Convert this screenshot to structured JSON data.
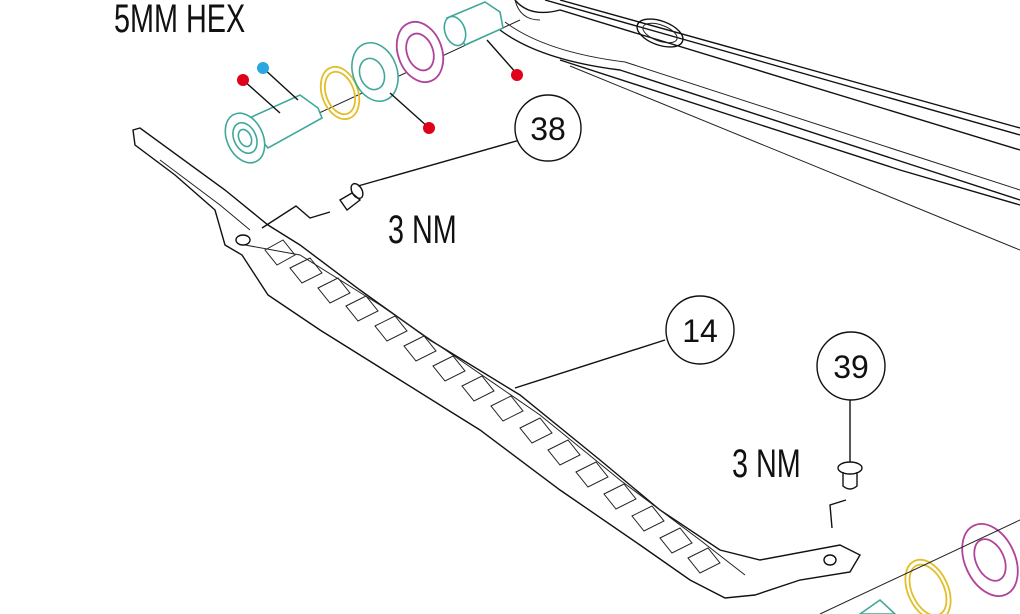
{
  "labels": {
    "tool": "5MM HEX",
    "torque_38": "3 NM",
    "torque_39": "3 NM"
  },
  "callouts": {
    "part_38": "38",
    "part_14": "14",
    "part_39": "39"
  },
  "colors": {
    "teal_parts": "#3fa89a",
    "yellow_washer": "#e2bf2a",
    "magenta_bearing": "#b0449a",
    "red_dot": "#e0001a",
    "blue_dot": "#2aa6e0"
  }
}
